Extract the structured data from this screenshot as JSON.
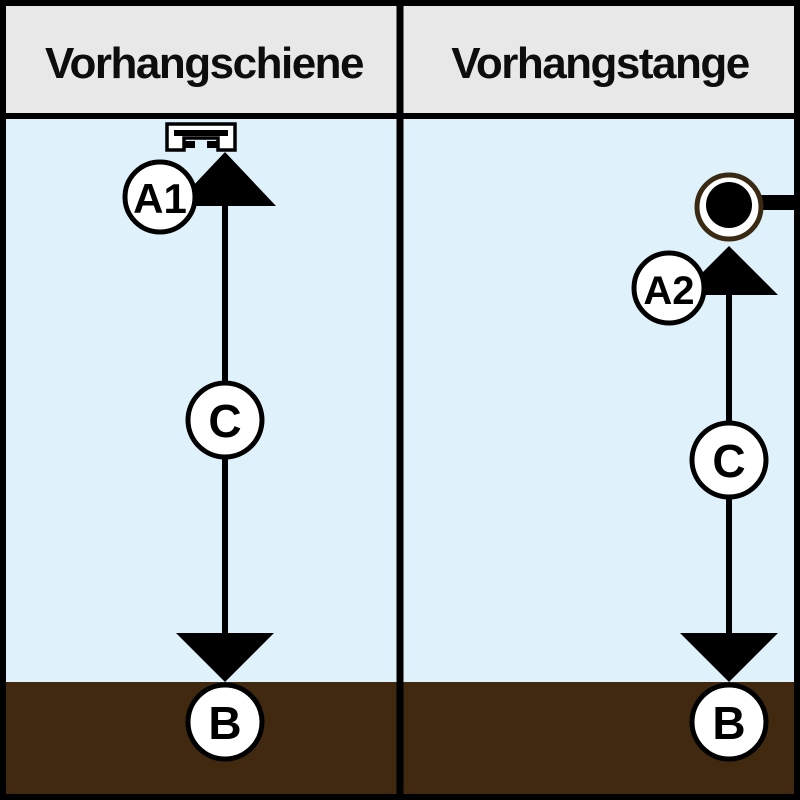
{
  "panels": [
    {
      "title": "Vorhangschiene",
      "labels": {
        "top": "A1",
        "middle": "C",
        "bottom": "B"
      }
    },
    {
      "title": "Vorhangstange",
      "labels": {
        "top": "A2",
        "middle": "C",
        "bottom": "B"
      }
    }
  ],
  "colors": {
    "header_bg": "#e8e8e8",
    "wall": "#dff2fc",
    "floor": "#40290f",
    "line": "#000000",
    "rod_ring": "#3a2a14"
  }
}
